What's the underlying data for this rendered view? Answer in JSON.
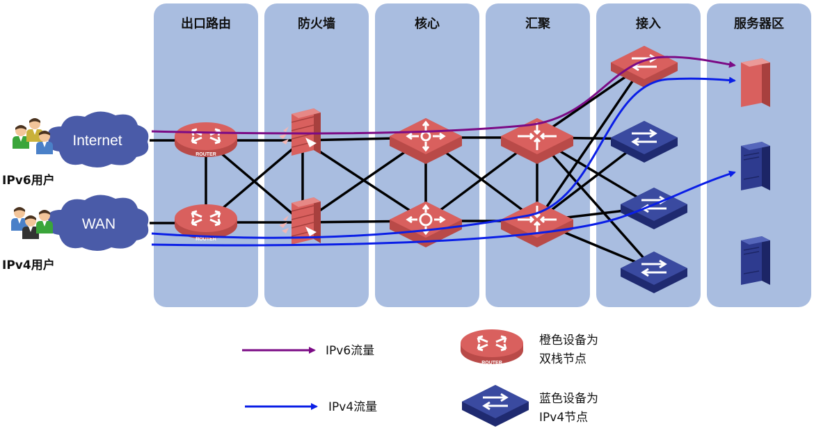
{
  "columns": [
    {
      "title": "出口路由"
    },
    {
      "title": "防火墙"
    },
    {
      "title": "核心"
    },
    {
      "title": "汇聚"
    },
    {
      "title": "接入"
    },
    {
      "title": "服务器区"
    }
  ],
  "clouds": {
    "internet": "Internet",
    "wan": "WAN"
  },
  "users": {
    "ipv6": "IPv6用户",
    "ipv4": "IPv4用户"
  },
  "devices": {
    "router_label": "ROUTER"
  },
  "legend": {
    "ipv6_flow": "IPv6流量",
    "ipv4_flow": "IPv4流量",
    "orange_line1": "橙色设备为",
    "orange_line2": "双栈节点",
    "blue_line1": "蓝色设备为",
    "blue_line2": "IPv4节点"
  },
  "colors": {
    "column_bg": "#a9bde0",
    "dual_stack": "#d9605e",
    "ipv4_node": "#2e3b8f",
    "ipv6_flow": "#7b0a85",
    "ipv4_flow": "#0a1ee6",
    "cloud": "#4a5ba8"
  }
}
